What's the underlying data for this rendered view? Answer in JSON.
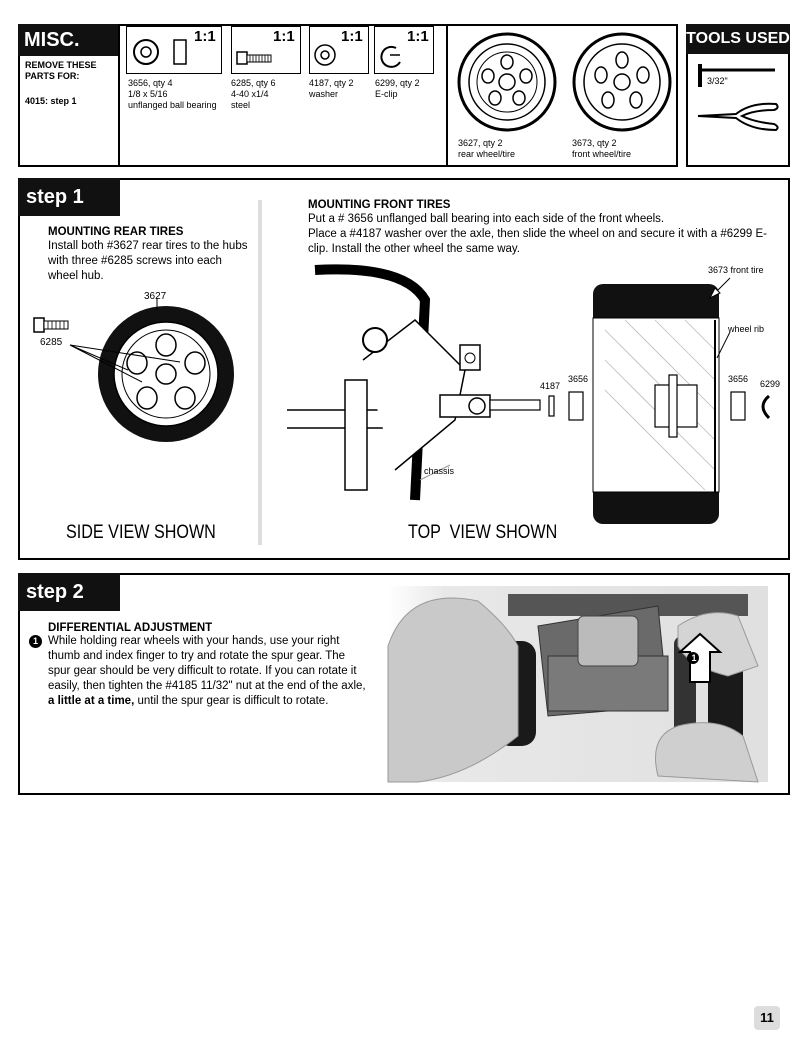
{
  "misc_bag": {
    "title": "MISC. BAG",
    "remove_label": "REMOVE THESE PARTS FOR:",
    "step_ref": "4015: step 1",
    "parts": [
      {
        "ratio": "1:1",
        "line1": "3656, qty 4",
        "line2": "1/8 x 5/16",
        "line3": "unflanged ball bearing",
        "icon": "ball-bearing-icon"
      },
      {
        "ratio": "1:1",
        "line1": "6285, qty 6",
        "line2": "4-40 x1/4",
        "line3": "steel",
        "icon": "screw-icon"
      },
      {
        "ratio": "1:1",
        "line1": "4187, qty 2",
        "line2": "washer",
        "line3": "",
        "icon": "washer-icon"
      },
      {
        "ratio": "1:1",
        "line1": "6299, qty 2",
        "line2": "E-clip",
        "line3": "",
        "icon": "e-clip-icon"
      }
    ],
    "wheels": [
      {
        "line1": "3627, qty 2",
        "line2": "rear wheel/tire"
      },
      {
        "line1": "3673, qty 2",
        "line2": "front wheel/tire"
      }
    ]
  },
  "tools": {
    "title": "TOOLS USED",
    "hex_label": "3/32\""
  },
  "step1": {
    "title": "step 1",
    "rear_heading": "MOUNTING REAR TIRES",
    "rear_text": "Install both #3627 rear tires to the hubs with three #6285 screws into each wheel hub.",
    "rear_label_wheel": "3627",
    "rear_label_screw": "6285",
    "side_view": "SIDE VIEW SHOWN",
    "front_heading": "MOUNTING FRONT TIRES",
    "front_text1": "Put a # 3656 unflanged ball bearing into each side of the front wheels.",
    "front_text2": "Place a #4187 washer over the axle, then slide the wheel on and secure it with a #6299 E-clip. Install the other wheel the same way.",
    "label_front_tire": "3673 front tire",
    "label_wheel_rib": "wheel rib",
    "label_4187": "4187",
    "label_3656a": "3656",
    "label_3656b": "3656",
    "label_6299": "6299",
    "label_chassis": "chassis",
    "top_view": "TOP  VIEW SHOWN"
  },
  "step2": {
    "title": "step 2",
    "heading": "DIFFERENTIAL ADJUSTMENT",
    "marker": "1",
    "text_before": "While holding rear wheels with your hands, use your right thumb and index finger to try and rotate the spur gear. The spur gear should be very difficult to rotate. If you can rotate it easily, then tighten the #4185 11/32\" nut at the end of the axle, ",
    "text_bold": "a little at a time,",
    "text_after": " until the spur gear is difficult to rotate.",
    "photo_marker": "1"
  },
  "page_number": "11"
}
